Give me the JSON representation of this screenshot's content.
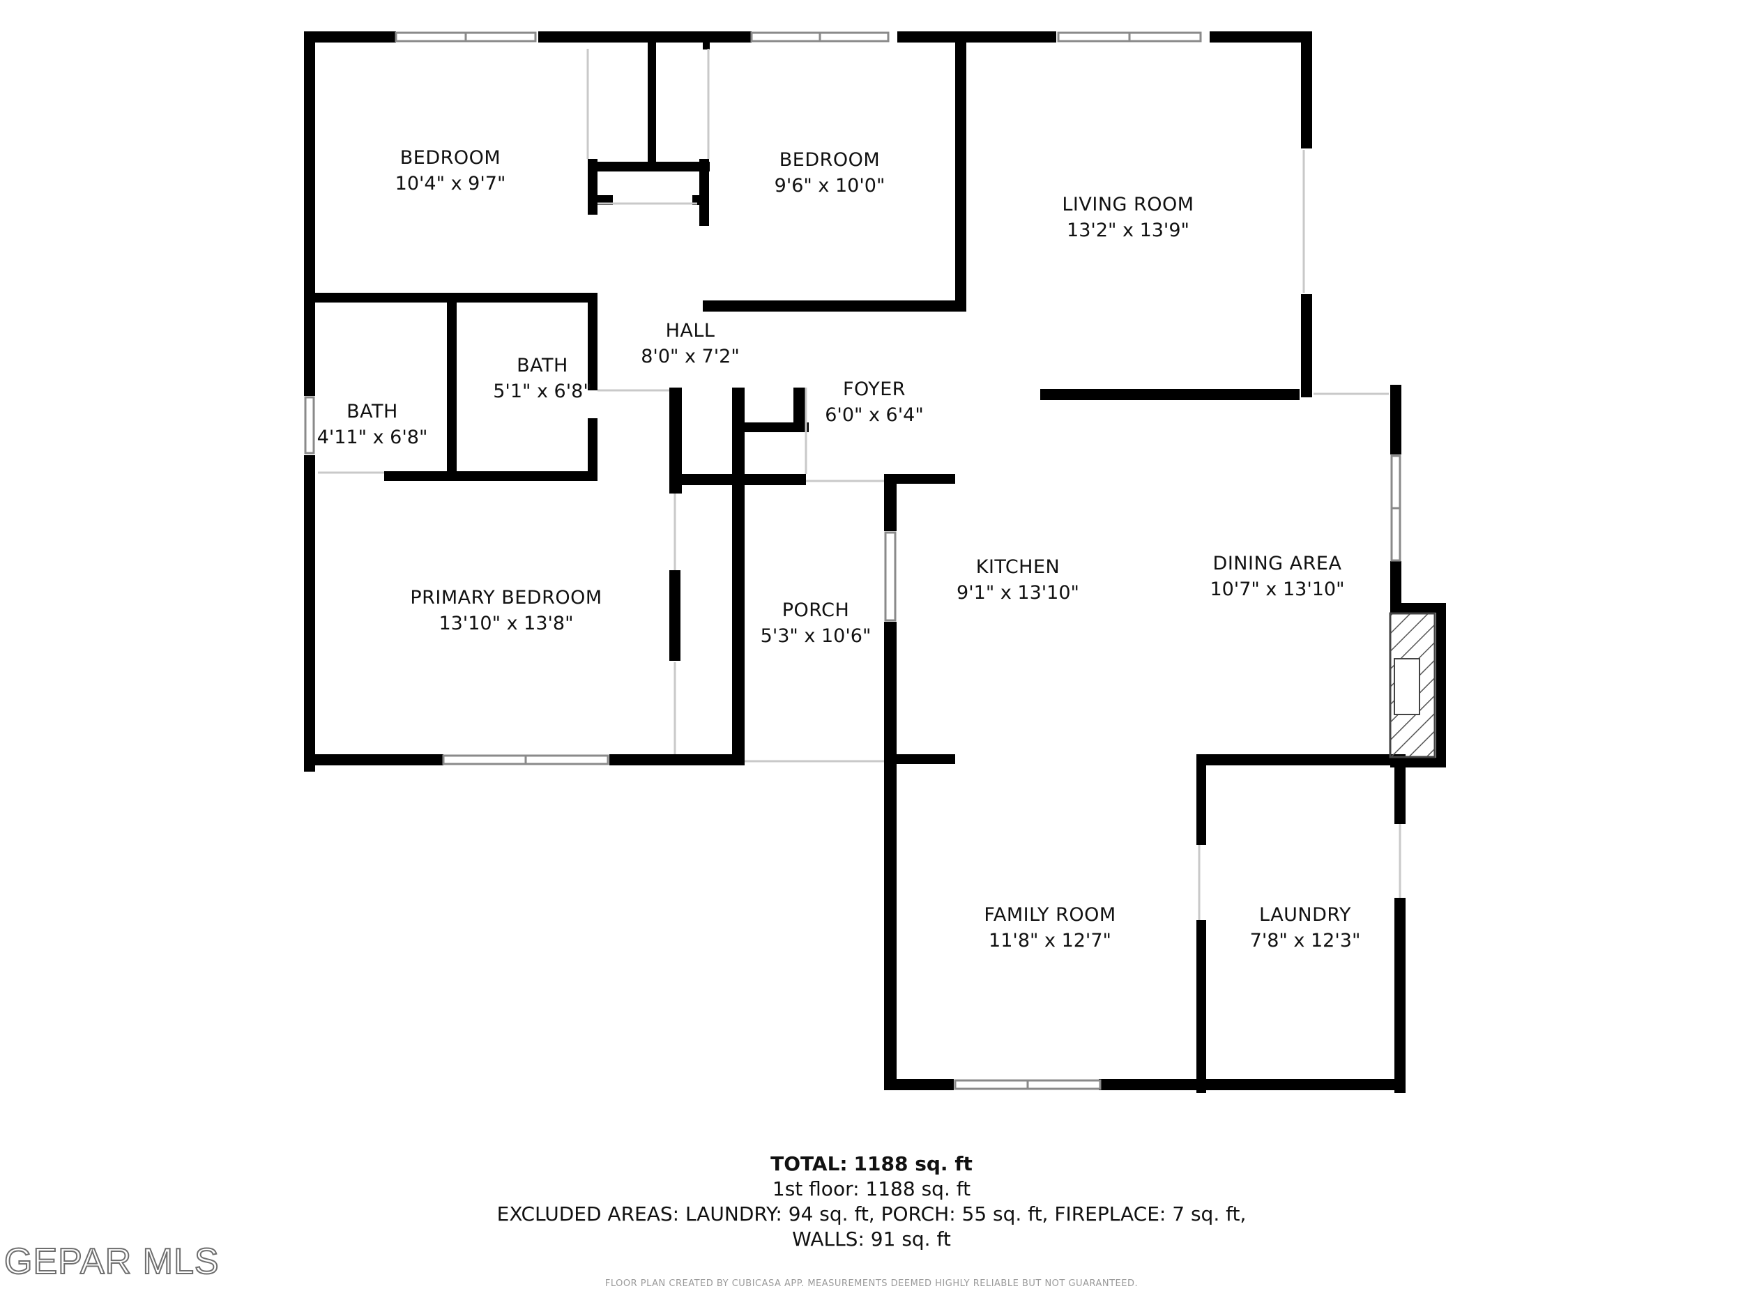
{
  "colors": {
    "wall": "#000000",
    "window": "#bdbdbd",
    "background": "#ffffff"
  },
  "rooms": [
    {
      "id": "bedroom-1",
      "name": "BEDROOM",
      "dims": "10'4\" x 9'7\""
    },
    {
      "id": "bedroom-2",
      "name": "BEDROOM",
      "dims": "9'6\" x 10'0\""
    },
    {
      "id": "living-room",
      "name": "LIVING ROOM",
      "dims": "13'2\" x 13'9\""
    },
    {
      "id": "hall",
      "name": "HALL",
      "dims": "8'0\" x 7'2\""
    },
    {
      "id": "bath-1",
      "name": "BATH",
      "dims": "5'1\" x 6'8\""
    },
    {
      "id": "bath-2",
      "name": "BATH",
      "dims": "4'11\" x 6'8\""
    },
    {
      "id": "foyer",
      "name": "FOYER",
      "dims": "6'0\" x 6'4\""
    },
    {
      "id": "kitchen",
      "name": "KITCHEN",
      "dims": "9'1\" x 13'10\""
    },
    {
      "id": "dining-area",
      "name": "DINING AREA",
      "dims": "10'7\" x 13'10\""
    },
    {
      "id": "primary-bedroom",
      "name": "PRIMARY BEDROOM",
      "dims": "13'10\" x 13'8\""
    },
    {
      "id": "porch",
      "name": "PORCH",
      "dims": "5'3\" x 10'6\""
    },
    {
      "id": "family-room",
      "name": "FAMILY ROOM",
      "dims": "11'8\" x 12'7\""
    },
    {
      "id": "laundry",
      "name": "LAUNDRY",
      "dims": "7'8\" x 12'3\""
    }
  ],
  "summary": {
    "total_label": "TOTAL:",
    "total_value": "1188 sq. ft",
    "floor": "1st floor: 1188 sq. ft",
    "excluded_line1": "EXCLUDED AREAS: LAUNDRY: 94 sq. ft, PORCH: 55 sq. ft, FIREPLACE: 7 sq. ft,",
    "excluded_line2": "WALLS: 91 sq. ft"
  },
  "disclaimer": "FLOOR PLAN CREATED BY CUBICASA APP. MEASUREMENTS DEEMED HIGHLY RELIABLE BUT NOT GUARANTEED.",
  "logo": "GEPAR MLS"
}
